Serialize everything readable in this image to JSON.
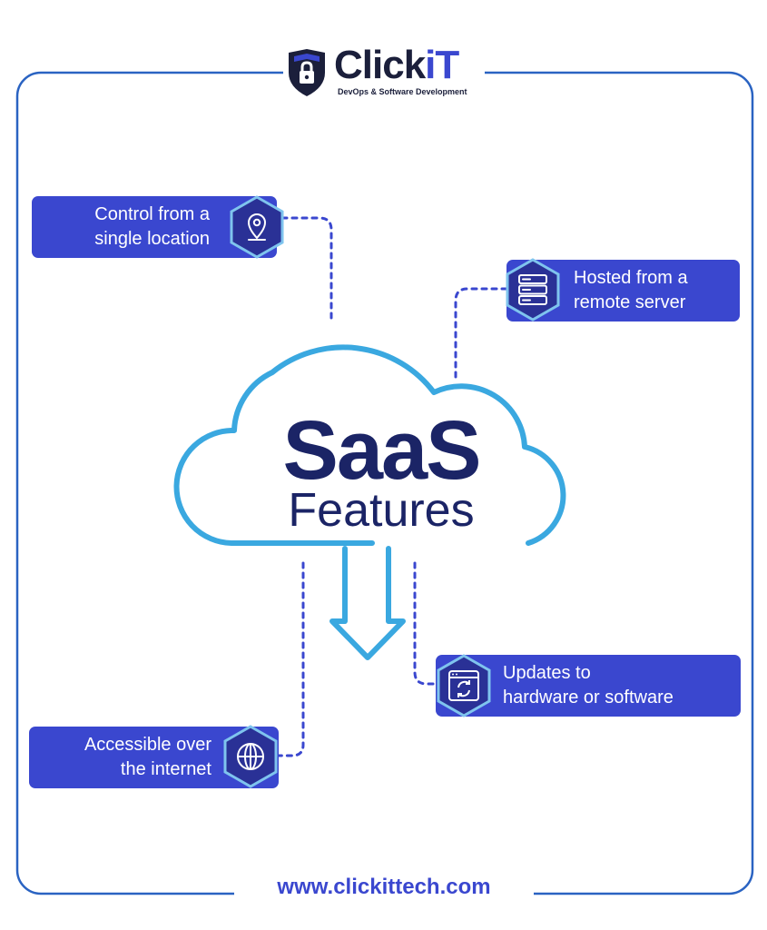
{
  "logo": {
    "name_main": "Click",
    "name_accent": "iT",
    "tagline": "DevOps & Software Development",
    "icon": "shield-lock-icon"
  },
  "diagram": {
    "title": "SaaS",
    "subtitle": "Features"
  },
  "features": [
    {
      "line1": "Control from a",
      "line2": "single location",
      "icon": "location-pin-icon"
    },
    {
      "line1": "Hosted from a",
      "line2": "remote server",
      "icon": "server-icon"
    },
    {
      "line1": "Updates to",
      "line2": "hardware or software",
      "icon": "update-browser-icon"
    },
    {
      "line1": "Accessible over",
      "line2": "the internet",
      "icon": "globe-icon"
    }
  ],
  "footer": {
    "url": "www.clickittech.com"
  },
  "colors": {
    "primary": "#3a47cf",
    "navy": "#1b2466",
    "cloud": "#3aa8e0",
    "frame": "#2a63c2",
    "hex_fill": "#2a3196",
    "hex_stroke": "#7fc4ee"
  }
}
